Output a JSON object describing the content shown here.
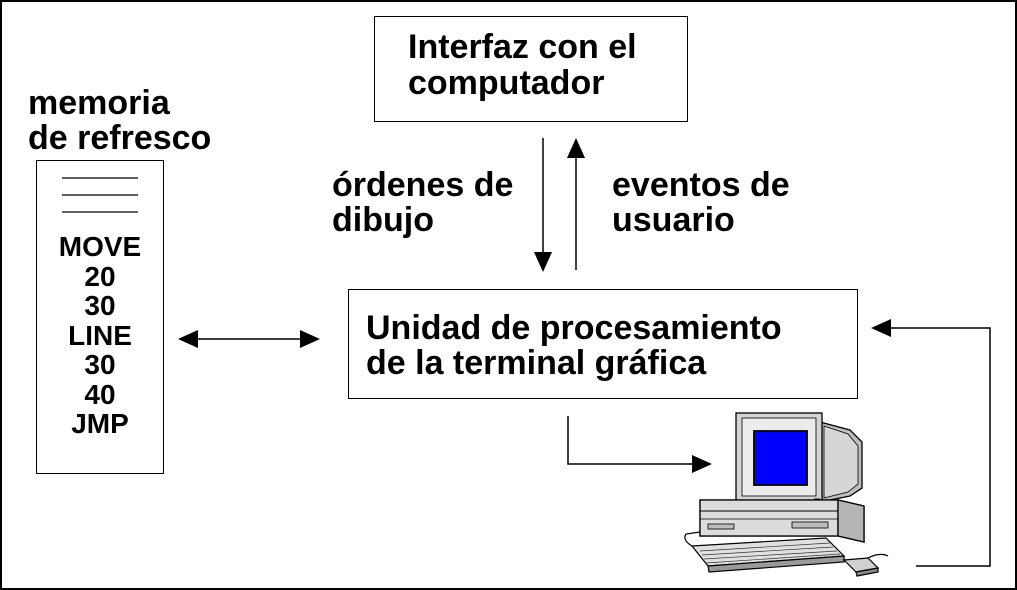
{
  "top_box": {
    "line1": "Interfaz con el",
    "line2": "computador"
  },
  "memory": {
    "title_line1": "memoria",
    "title_line2": "de refresco",
    "commands": [
      "MOVE",
      "20",
      "30",
      "LINE",
      "30",
      "40",
      "JMP"
    ]
  },
  "labels": {
    "orders_line1": "órdenes de",
    "orders_line2": "dibujo",
    "events_line1": "eventos de",
    "events_line2": "usuario"
  },
  "unit_box": {
    "line1": "Unidad de procesamiento",
    "line2": "de la terminal gráfica"
  },
  "icons": [
    "computer-terminal-icon",
    "keyboard-icon",
    "mouse-icon"
  ],
  "colors": {
    "screen": "#0000ff",
    "stroke": "#000000"
  }
}
